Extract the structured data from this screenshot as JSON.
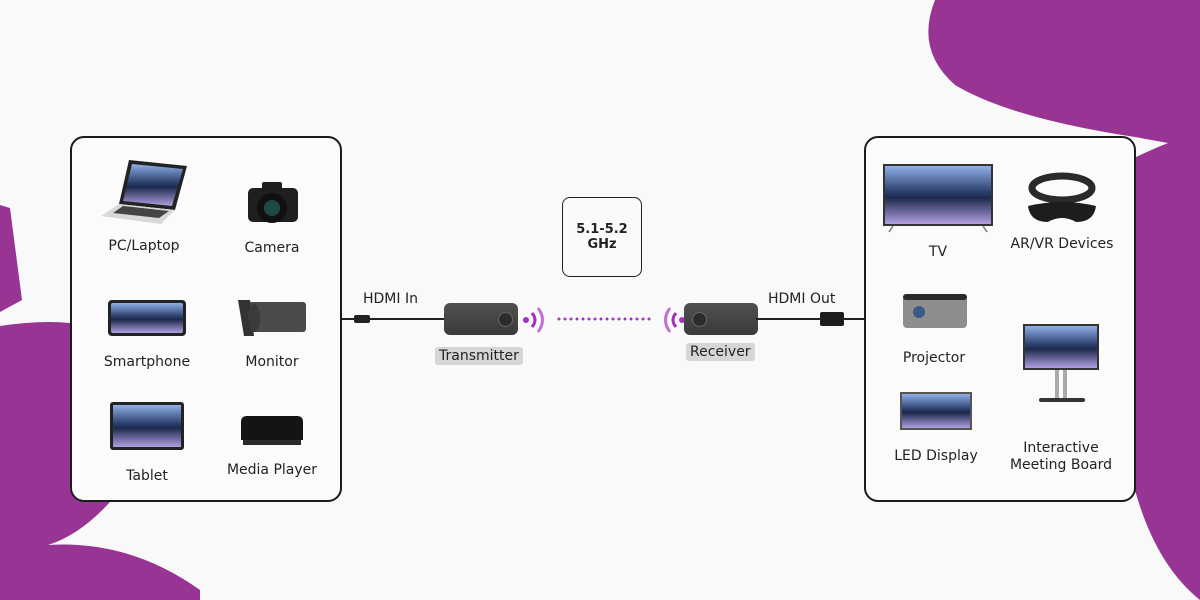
{
  "colors": {
    "accent": "#983594",
    "background": "#f9f9f9",
    "border": "#1b1b1b"
  },
  "sources_panel": {
    "devices": [
      {
        "label": "PC/Laptop",
        "icon": "laptop-icon"
      },
      {
        "label": "Camera",
        "icon": "camera-icon"
      },
      {
        "label": "Smartphone",
        "icon": "smartphone-icon"
      },
      {
        "label": "Monitor",
        "icon": "security-camera-icon"
      },
      {
        "label": "Tablet",
        "icon": "tablet-icon"
      },
      {
        "label": "Media Player",
        "icon": "media-player-icon"
      }
    ]
  },
  "link": {
    "frequency_line1": "5.1-5.2",
    "frequency_line2": "GHz",
    "hdmi_in": "HDMI In",
    "hdmi_out": "HDMI Out",
    "transmitter": "Transmitter",
    "receiver": "Receiver"
  },
  "displays_panel": {
    "devices": [
      {
        "label": "TV",
        "icon": "tv-icon"
      },
      {
        "label": "AR/VR Devices",
        "icon": "vr-headset-icon"
      },
      {
        "label": "Projector",
        "icon": "projector-icon"
      },
      {
        "label": "LED Display",
        "icon": "led-display-icon"
      },
      {
        "label_line1": "Interactive",
        "label_line2": "Meeting Board",
        "icon": "meeting-board-icon"
      }
    ]
  }
}
